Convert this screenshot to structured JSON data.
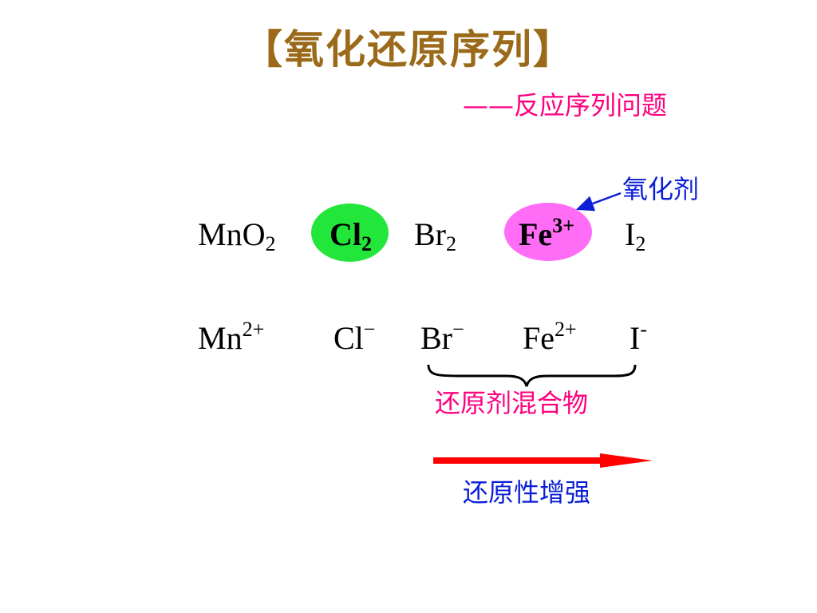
{
  "title": "【氧化还原序列】",
  "subtitle": "——反应序列问题",
  "labels": {
    "oxidant": "氧化剂",
    "reductant_mixture": "还原剂混合物",
    "reducing_trend": "还原性增强"
  },
  "oxidized_row": [
    {
      "base": "MnO",
      "sub": "2",
      "sup": ""
    },
    {
      "base": "Cl",
      "sub": "2",
      "sup": ""
    },
    {
      "base": "Br",
      "sub": "2",
      "sup": ""
    },
    {
      "base": "Fe",
      "sub": "",
      "sup": "3+"
    },
    {
      "base": "I",
      "sub": "2",
      "sup": ""
    }
  ],
  "reduced_row": [
    {
      "base": "Mn",
      "sub": "",
      "sup": "2+"
    },
    {
      "base": "Cl",
      "sub": "",
      "sup": "−"
    },
    {
      "base": "Br",
      "sub": "",
      "sup": "−"
    },
    {
      "base": "Fe",
      "sub": "",
      "sup": "2+"
    },
    {
      "base": "I",
      "sub": "",
      "sup": "-"
    }
  ],
  "colors": {
    "title": "#9a6a1a",
    "subtitle": "#ff007f",
    "highlight_green": "#22e63a",
    "highlight_pink": "#ff6cf5",
    "blue_label": "#0b1fd6",
    "arrow_red": "#ff0000"
  }
}
